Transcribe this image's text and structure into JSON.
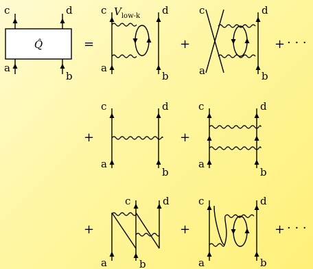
{
  "labels": {
    "a": "a",
    "b": "b",
    "c": "c",
    "d": "d",
    "q_hat": "Q̂",
    "v_main": "V",
    "v_sub": "low-k"
  },
  "operators": {
    "equals": "=",
    "plus": "+",
    "ellipsis": "· · ·"
  }
}
